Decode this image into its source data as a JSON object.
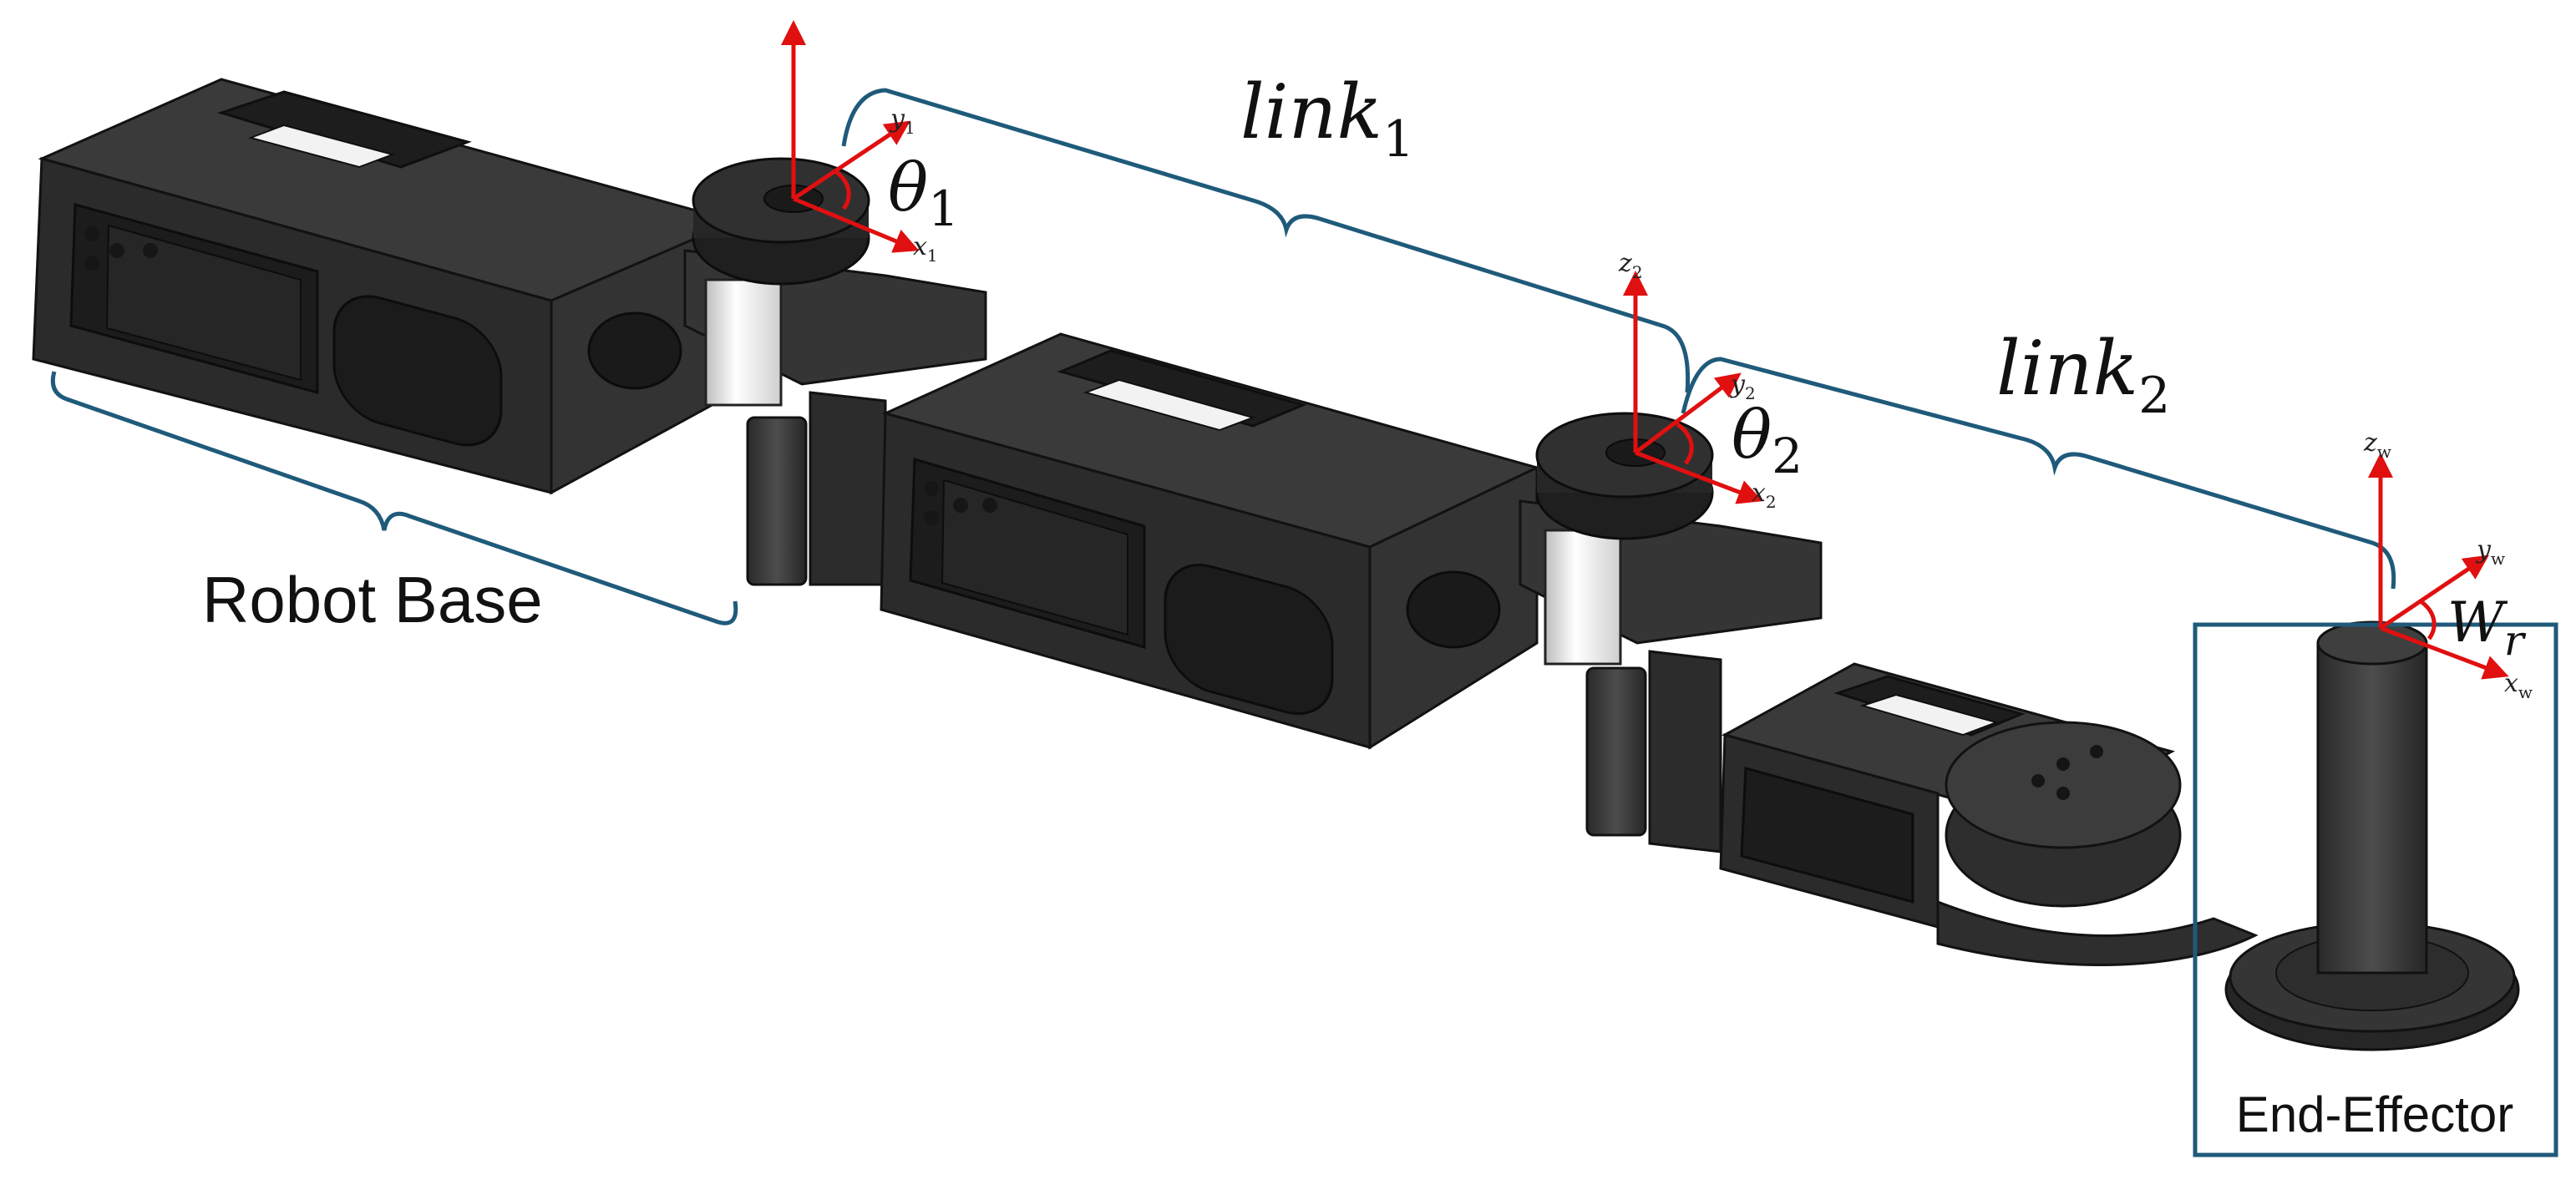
{
  "labels": {
    "robot_base": "Robot Base",
    "end_effector": "End-Effector",
    "link1": {
      "base": "link",
      "sub": "1"
    },
    "link2": {
      "base": "link",
      "sub": "2"
    },
    "theta1": {
      "base": "θ",
      "sub": "1"
    },
    "theta2": {
      "base": "θ",
      "sub": "2"
    },
    "wrist": {
      "base": "W",
      "sub": "r"
    }
  },
  "frames": {
    "frame1": {
      "x": {
        "base": "x",
        "sub": "1"
      },
      "y": {
        "base": "y",
        "sub": "1"
      },
      "z": {
        "base": "",
        "sub": ""
      }
    },
    "frame2": {
      "x": {
        "base": "x",
        "sub": "2"
      },
      "y": {
        "base": "y",
        "sub": "2"
      },
      "z": {
        "base": "z",
        "sub": "2"
      }
    },
    "frame_w": {
      "x": {
        "base": "x",
        "sub": "w"
      },
      "y": {
        "base": "y",
        "sub": "w"
      },
      "z": {
        "base": "z",
        "sub": "w"
      }
    }
  },
  "colors": {
    "axis": "#e01010",
    "bracket": "#1f5a7a",
    "body_dark": "#2b2b2b",
    "body_mid": "#3a3a3a",
    "body_light": "#4a4a4a",
    "outline": "#121212",
    "motor_white": "#e8e8e8"
  }
}
